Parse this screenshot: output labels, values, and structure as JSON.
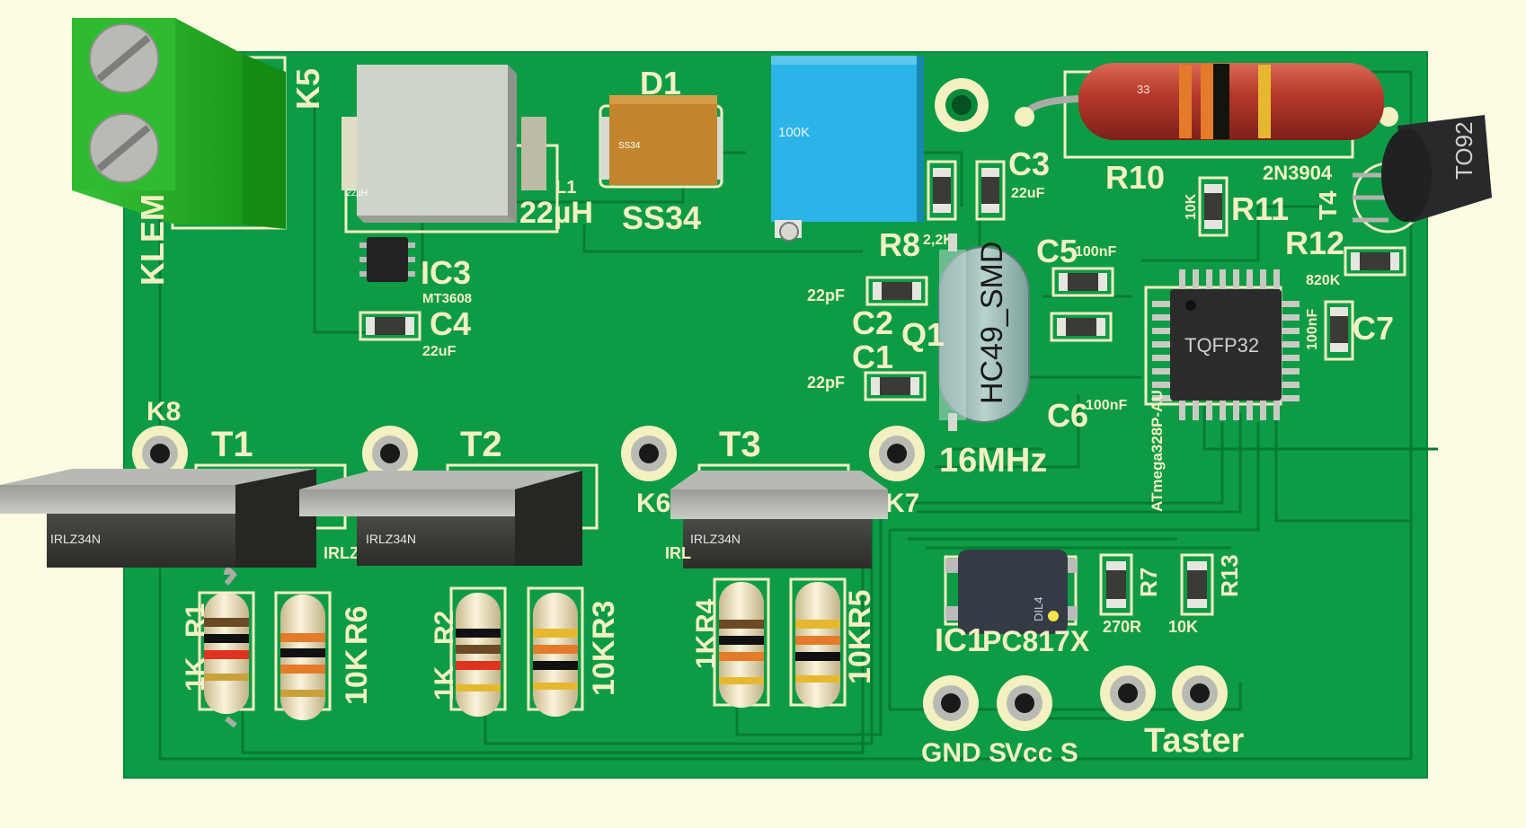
{
  "colors": {
    "background": "#fdfce3",
    "pcb": "#0d9c45",
    "pcb_dark": "#078538",
    "trace": "#087a33",
    "silk": "#f3f0c2",
    "terminal": "#2bb52b",
    "mosfet": "#3a3a35",
    "resistor_body": "#f0e6c8",
    "r10_body": "#b5392b",
    "trimmer": "#2cb3e8",
    "diode": "#c2852e",
    "ic": "#2b2b2b"
  },
  "silkscreen": {
    "k5": "K5",
    "klemme": "KLEM",
    "d1": "D1",
    "ss34": "SS34",
    "l1": "L1",
    "l1_value": "22µH",
    "ic3": "IC3",
    "ic3_part": "MT3608",
    "c4": "C4",
    "c4_value": "22uF",
    "c3": "C3",
    "c3_value": "22uF",
    "r10": "R10",
    "transistor_type": "2N3904",
    "t4": "T4",
    "r11": "R11",
    "r11_value": "10K",
    "r12": "R12",
    "r12_value": "820K",
    "r8": "R8",
    "r8_value": "2,2K",
    "c5": "C5",
    "c5_value": "100nF",
    "c2": "C2",
    "c2_value": "22pF",
    "c1": "C1",
    "c1_value": "22pF",
    "q1": "Q1",
    "c6": "C6",
    "c6_value": "100nF",
    "c7": "C7",
    "c7_value": "100nF",
    "crystal_freq": "16MHz",
    "mcu_part": "ATmega328P-AU",
    "k8": "K8",
    "k6": "K6",
    "k7": "K7",
    "t1": "T1",
    "t2": "T2",
    "t3": "T3",
    "irlz_partial": "IRLZ",
    "irl_partial": "IRL",
    "r1": "R1",
    "r1_value": "1K",
    "r6": "R6",
    "r6_value": "10K",
    "r2": "R2",
    "r2_value": "1K",
    "r3": "R3",
    "r3_value": "10K",
    "r4": "R4",
    "r4_value": "1K",
    "r5": "R5",
    "r5_value": "10K",
    "r7": "R7",
    "r7_value": "270R",
    "r13": "R13",
    "r13_value": "10K",
    "ic1": "IC1",
    "ic1_part": "PC817X",
    "gnd_s": "GND S",
    "vcc_s": "Vcc S",
    "taster": "Taster"
  },
  "package_labels": {
    "inductor": "22µH",
    "diode": "SS34",
    "trimmer": "100K",
    "r10_code": "33",
    "to92": "TO92",
    "crystal": "HC49_SMD",
    "mcu": "TQFP32",
    "mosfet": "IRLZ34N",
    "optocoupler": "DIL4"
  }
}
